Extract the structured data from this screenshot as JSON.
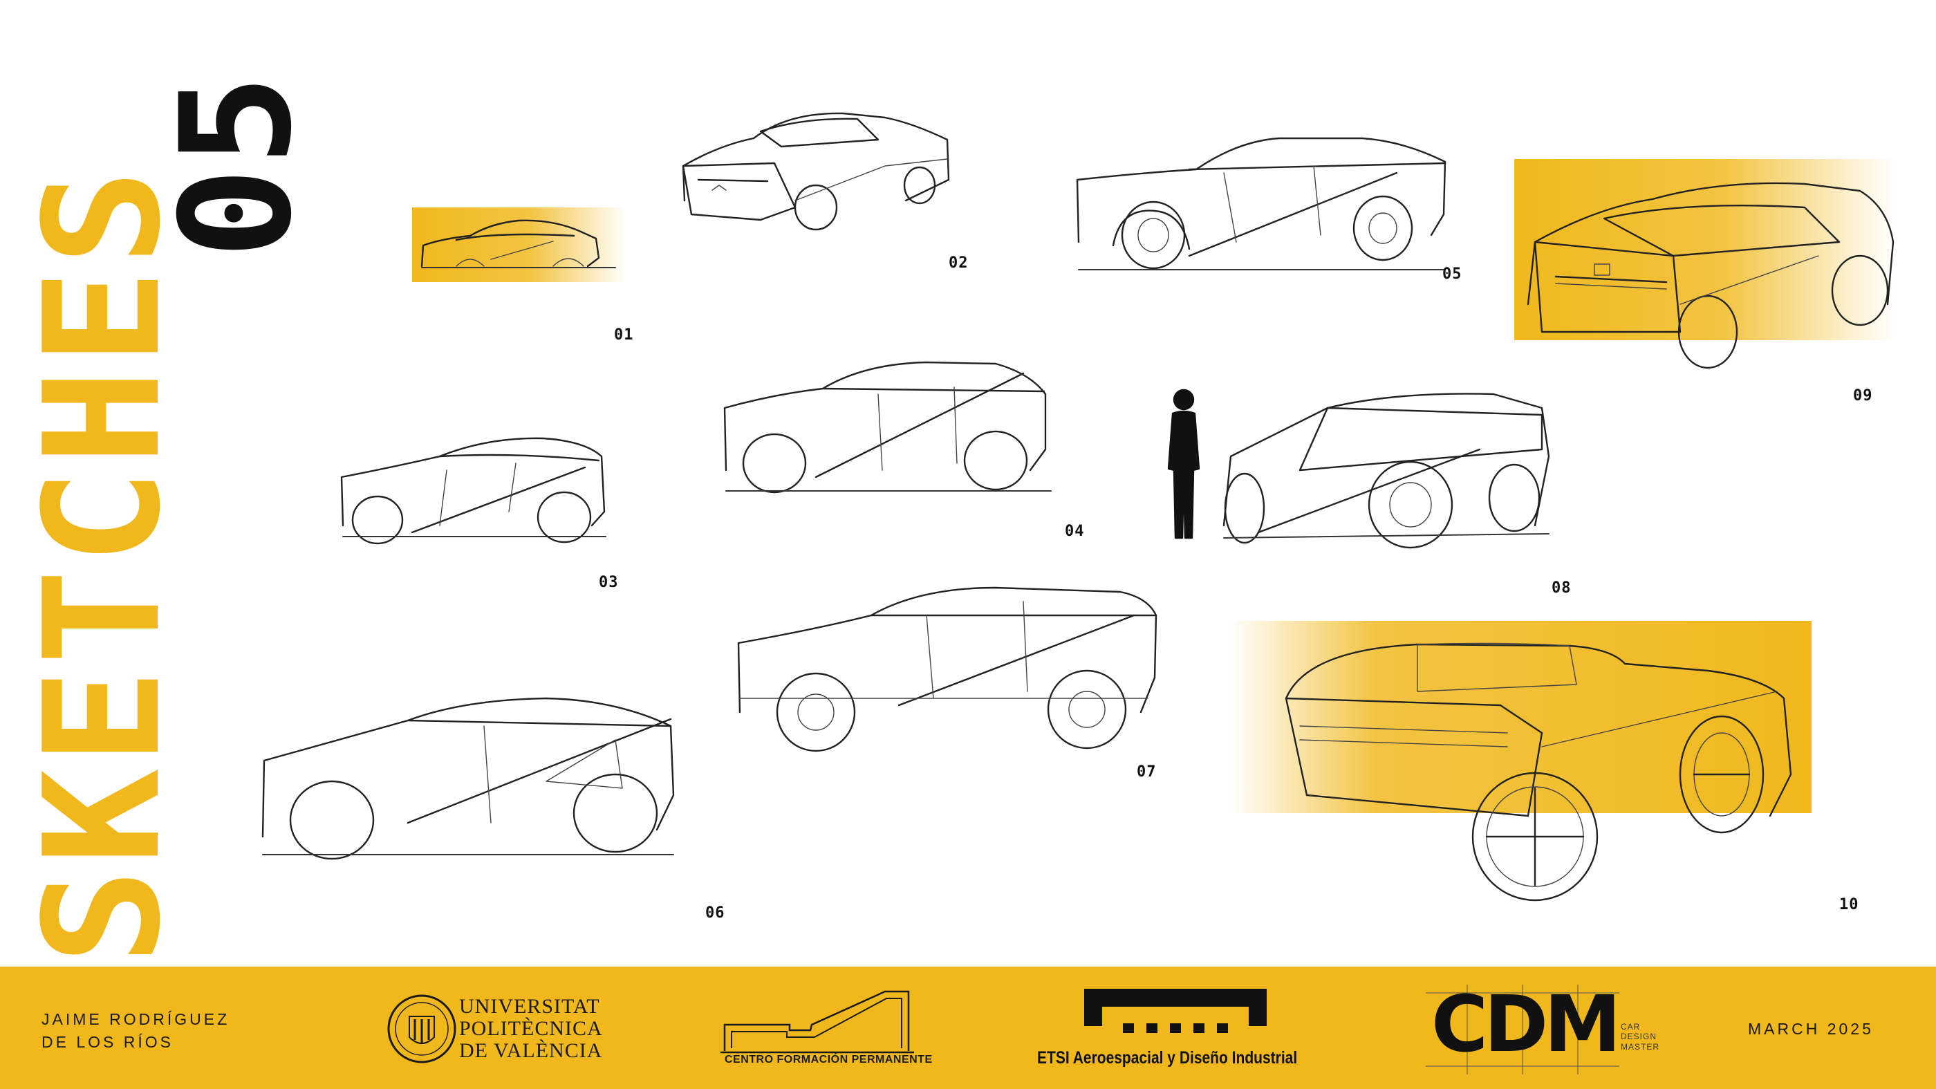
{
  "title": {
    "main": "SKETCHES",
    "number": "05"
  },
  "sketches": [
    {
      "num": "01"
    },
    {
      "num": "02"
    },
    {
      "num": "03"
    },
    {
      "num": "04"
    },
    {
      "num": "05"
    },
    {
      "num": "06"
    },
    {
      "num": "07"
    },
    {
      "num": "08"
    },
    {
      "num": "09"
    },
    {
      "num": "10"
    }
  ],
  "footer": {
    "author_line1": "JAIME RODRÍGUEZ",
    "author_line2": "DE LOS RÍOS",
    "upv_line1": "UNIVERSITAT",
    "upv_line2": "POLITÈCNICA",
    "upv_line3": "DE VALÈNCIA",
    "cfp_name": "CENTRO FORMACIÓN PERMANENTE",
    "etsi_name": "ETSI Aeroespacial y Diseño Industrial",
    "cdm_letters": "CDM",
    "cdm_sub1": "CAR",
    "cdm_sub2": "DESIGN",
    "cdm_sub3": "MASTER",
    "date": "MARCH 2025"
  },
  "colors": {
    "accent": "#f0b81c",
    "ink": "#111111",
    "background": "#ffffff"
  },
  "icons": [
    "upv-seal-icon",
    "cfp-building-icon",
    "etsi-logo-icon",
    "cdm-grid-icon",
    "human-silhouette-icon"
  ]
}
